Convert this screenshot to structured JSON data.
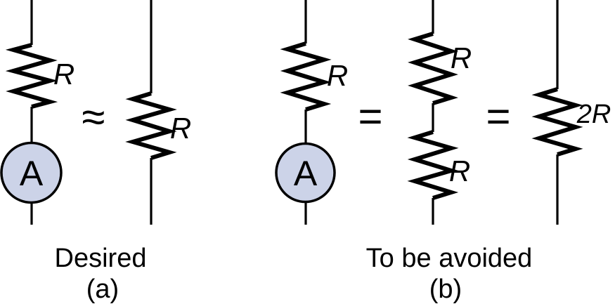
{
  "figure": {
    "colors": {
      "background": "#ffffff",
      "line": "#000000",
      "ammeter_fill": "#ccd3e8"
    },
    "panel_a": {
      "caption": "Desired",
      "sublabel": "(a)",
      "relation_symbol": "≈",
      "ammeter_branch": {
        "resistor_label": "R",
        "ammeter_label": "A"
      },
      "equivalent_branch": {
        "resistor_label": "R"
      }
    },
    "panel_b": {
      "caption": "To be avoided",
      "sublabel": "(b)",
      "equals_symbol_1": "=",
      "equals_symbol_2": "=",
      "ammeter_branch": {
        "resistor_label": "R",
        "ammeter_label": "A"
      },
      "series_branch": {
        "resistor_top_label": "R",
        "resistor_bottom_label": "R"
      },
      "equivalent_branch": {
        "resistor_label": "2R"
      }
    }
  }
}
